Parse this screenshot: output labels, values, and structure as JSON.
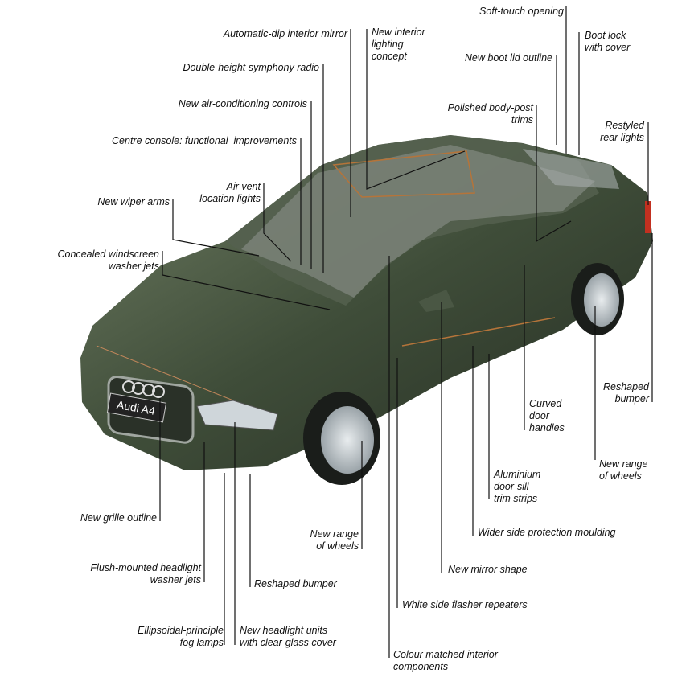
{
  "labels": {
    "soft_touch": "Soft-touch opening",
    "auto_dip_mirror": "Automatic-dip interior mirror",
    "interior_lighting": "New interior\nlighting\nconcept",
    "boot_lock": "Boot lock\nwith cover",
    "boot_lid": "New boot lid outline",
    "symphony_radio": "Double-height symphony radio",
    "air_con": "New air-conditioning controls",
    "body_post": "Polished body-post\ntrims",
    "rear_lights": "Restyled\nrear lights",
    "centre_console": "Centre console: functional  improvements",
    "air_vent": "Air vent\nlocation lights",
    "wiper_arms": "New wiper arms",
    "washer_jets": "Concealed windscreen\nwasher jets",
    "reshaped_bumper_rear": "Reshaped\nbumper",
    "door_handles": "Curved\ndoor\nhandles",
    "wheels_rear": "New range\nof wheels",
    "door_sill": "Aluminium\ndoor-sill\ntrim strips",
    "grille": "New grille outline",
    "side_moulding": "Wider side protection moulding",
    "wheels_front": "New range\nof wheels",
    "headlight_washer": "Flush-mounted headlight\nwasher jets",
    "mirror_shape": "New mirror shape",
    "reshaped_bumper_front": "Reshaped bumper",
    "flasher": "White side flasher repeaters",
    "fog_lamps": "Ellipsoidal-principle\nfog lamps",
    "headlight_units": "New headlight units\nwith clear-glass cover",
    "interior_components": "Colour matched interior\ncomponents"
  },
  "plate": "Audi A4",
  "colors": {
    "body": "#3c4a36",
    "body_light": "#66755c",
    "trim": "#b5743a"
  }
}
